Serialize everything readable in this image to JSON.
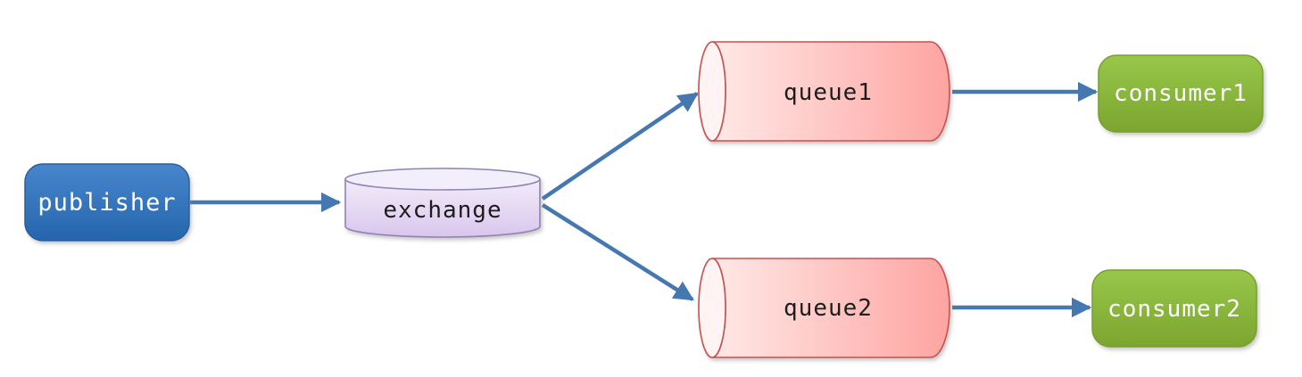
{
  "diagram": {
    "background": "#ffffff",
    "arrow_color": "#4577B0",
    "nodes": {
      "publisher": {
        "label": "publisher",
        "shape": "rounded-rect",
        "fill_top": "#4886CB",
        "fill_bottom": "#2565AE",
        "border": "#2A5D9F",
        "text_color": "#FFFFFF"
      },
      "exchange": {
        "label": "exchange",
        "shape": "cylinder-vertical",
        "fill_top": "#F2ECFA",
        "fill_bottom": "#D9C6EC",
        "cap_fill": "#F3EEFB",
        "border": "#9183B5",
        "text_color": "#1F1F1F"
      },
      "queue1": {
        "label": "queue1",
        "shape": "cylinder-horizontal",
        "fill_left": "#FFE9E7",
        "fill_right": "#FEA4A1",
        "cap_fill": "#FFF4F3",
        "border": "#C9514F",
        "text_color": "#1F1F1F"
      },
      "queue2": {
        "label": "queue2",
        "shape": "cylinder-horizontal",
        "fill_left": "#FFE9E7",
        "fill_right": "#FEA4A1",
        "cap_fill": "#FFF4F3",
        "border": "#C9514F",
        "text_color": "#1F1F1F"
      },
      "consumer1": {
        "label": "consumer1",
        "shape": "rounded-rect",
        "fill_top": "#97C74A",
        "fill_bottom": "#7CA52F",
        "border": "#79A02C",
        "text_color": "#FFFFFF"
      },
      "consumer2": {
        "label": "consumer2",
        "shape": "rounded-rect",
        "fill_top": "#97C74A",
        "fill_bottom": "#7CA52F",
        "border": "#79A02C",
        "text_color": "#FFFFFF"
      }
    },
    "edges": [
      {
        "from": "publisher",
        "to": "exchange"
      },
      {
        "from": "exchange",
        "to": "queue1"
      },
      {
        "from": "exchange",
        "to": "queue2"
      },
      {
        "from": "queue1",
        "to": "consumer1"
      },
      {
        "from": "queue2",
        "to": "consumer2"
      }
    ]
  }
}
